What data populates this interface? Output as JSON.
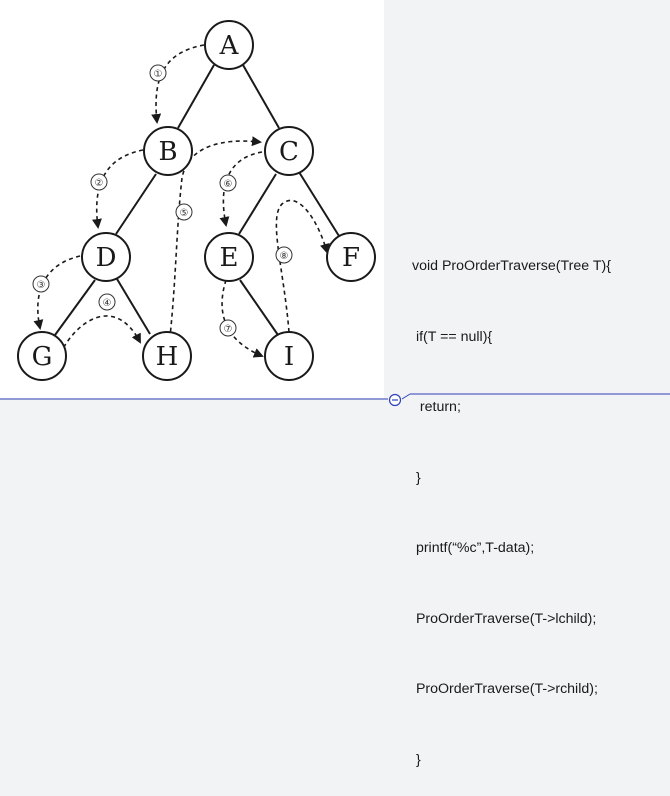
{
  "tree": {
    "nodes": [
      {
        "id": "A",
        "label": "A"
      },
      {
        "id": "B",
        "label": "B"
      },
      {
        "id": "C",
        "label": "C"
      },
      {
        "id": "D",
        "label": "D"
      },
      {
        "id": "E",
        "label": "E"
      },
      {
        "id": "F",
        "label": "F"
      },
      {
        "id": "G",
        "label": "G"
      },
      {
        "id": "H",
        "label": "H"
      },
      {
        "id": "I",
        "label": "I"
      }
    ],
    "edges": [
      [
        "A",
        "B"
      ],
      [
        "A",
        "C"
      ],
      [
        "B",
        "D"
      ],
      [
        "D",
        "G"
      ],
      [
        "D",
        "H"
      ],
      [
        "C",
        "E"
      ],
      [
        "C",
        "F"
      ],
      [
        "E",
        "I"
      ]
    ],
    "traversal_steps": [
      "①",
      "②",
      "③",
      "④",
      "⑤",
      "⑥",
      "⑦",
      "⑧"
    ]
  },
  "code": {
    "lines": [
      "void ProOrderTraverse(Tree T){",
      " if(T == null){",
      "  return;",
      " }",
      " printf(“%c”,T-data);",
      " ProOrderTraverse(T->lchild);",
      " ProOrderTraverse(T->rchild);",
      " }"
    ]
  },
  "colors": {
    "node_stroke": "#1a1a1a",
    "status_line": "#2f3fb8",
    "background": "#f1f3f4"
  }
}
